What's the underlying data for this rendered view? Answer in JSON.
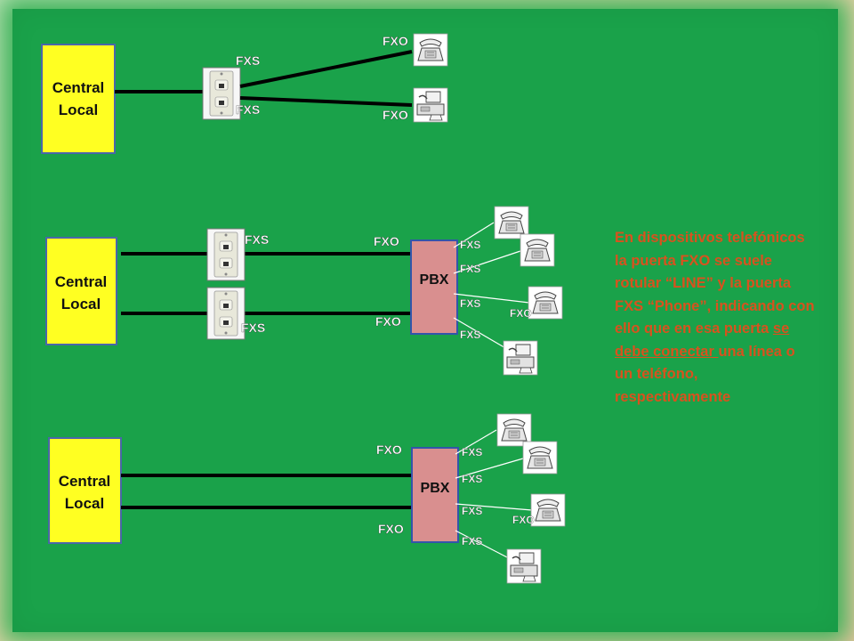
{
  "central_local_label": [
    "Central",
    "Local"
  ],
  "pbx_label": "PBX",
  "section1": {
    "fxs_top": "FXS",
    "fxs_bottom": "FXS",
    "fxo_top": "FXO",
    "fxo_bottom": "FXO"
  },
  "section2": {
    "fxs_top": "FXS",
    "fxs_bottom": "FXS",
    "fxo_top": "FXO",
    "fxo_bottom": "FXO",
    "pbx_ports": [
      "FXS",
      "FXS",
      "FXS",
      "FXS"
    ],
    "fxo_device": "FXO"
  },
  "section3": {
    "fxo_top": "FXO",
    "fxo_bottom": "FXO",
    "pbx_ports": [
      "FXS",
      "FXS",
      "FXS",
      "FXS"
    ],
    "fxo_device": "FXO"
  },
  "note": {
    "part1": "En dispositivos telefónicos  la puerta FXO se suele rotular “LINE”  y  la puerta FXS “Phone”, indicando con ello que en esa puerta ",
    "underlined": "se debe conectar ",
    "part2": "una línea o un teléfono, respectivamente"
  },
  "colors": {
    "background": "#1aa24a",
    "central_box": "#ffff22",
    "pbx_box": "#d98f8f",
    "note_text": "#d8521e",
    "port_text": "#ffffff"
  },
  "icons": [
    "wall-jack-icon",
    "telephone-icon",
    "fax-machine-icon"
  ]
}
